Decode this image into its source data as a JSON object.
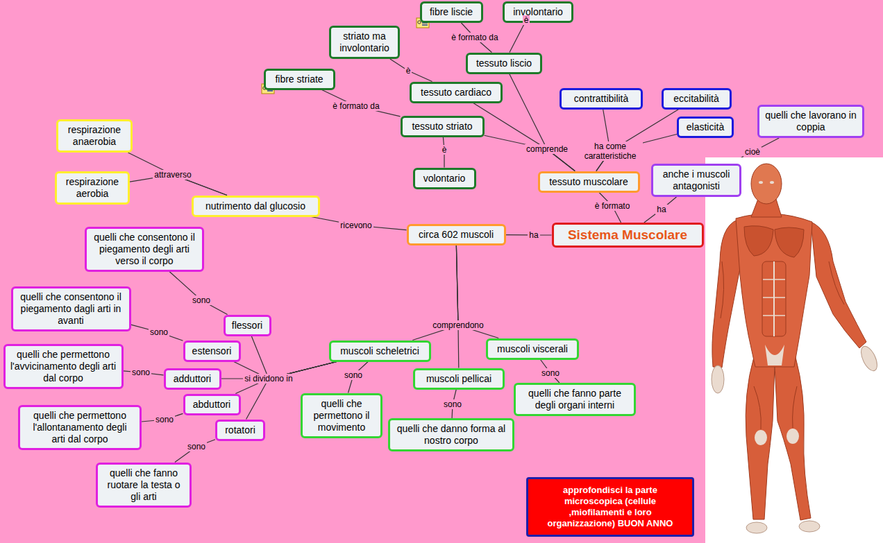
{
  "diagram": {
    "nodes": [
      {
        "text": [
          "fibre liscie"
        ]
      },
      {
        "text": [
          "involontario"
        ]
      },
      {
        "text": [
          "striato ma involontario"
        ]
      },
      {
        "text": [
          "tessuto liscio"
        ]
      },
      {
        "text": [
          "fibre striate"
        ]
      },
      {
        "text": [
          "contrattibilità"
        ]
      },
      {
        "text": [
          "eccitabilità"
        ]
      },
      {
        "text": [
          "tessuto cardiaco"
        ]
      },
      {
        "text": [
          "quelli che lavorano in coppia"
        ]
      },
      {
        "text": [
          "respirazione anaerobia"
        ]
      },
      {
        "text": [
          "elasticità"
        ]
      },
      {
        "text": [
          "tessuto striato"
        ]
      },
      {
        "text": [
          "anche i muscoli antagonisti"
        ]
      },
      {
        "text": [
          "respirazione aerobia"
        ]
      },
      {
        "text": [
          "volontario"
        ]
      },
      {
        "text": [
          "tessuto muscolare"
        ]
      },
      {
        "text": [
          "nutrimento dal glucosio"
        ]
      },
      {
        "text": [
          "circa 602 muscoli"
        ]
      },
      {
        "text": [
          "Sistema Muscolare"
        ]
      },
      {
        "text": [
          "quelli che consentono il piegamento degli arti verso il corpo"
        ]
      },
      {
        "text": [
          "quelli che consentono il piegamento dagli arti in avanti"
        ]
      },
      {
        "text": [
          "flessori"
        ]
      },
      {
        "text": [
          "estensori"
        ]
      },
      {
        "text": [
          "muscoli scheletrici"
        ]
      },
      {
        "text": [
          "muscoli viscerali"
        ]
      },
      {
        "text": [
          "quelli che permettono l'avvicinamento degli arti dal corpo"
        ]
      },
      {
        "text": [
          "adduttori"
        ]
      },
      {
        "text": [
          "muscoli pellicai"
        ]
      },
      {
        "text": [
          "quelli che fanno parte degli organi interni"
        ]
      },
      {
        "text": [
          "quelli che permettono il movimento"
        ]
      },
      {
        "text": [
          "abduttori"
        ]
      },
      {
        "text": [
          "quelli che permettono l'allontanamento degli arti dal corpo"
        ]
      },
      {
        "text": [
          "quelli che danno forma al nostro corpo"
        ]
      },
      {
        "text": [
          "rotatori"
        ]
      },
      {
        "text": [
          "quelli che fanno ruotare la testa o gli arti"
        ]
      },
      {
        "text": [
          "approfondisci la parte microscopica (cellule ,miofilamenti e loro organizzazione) BUON ANNO"
        ]
      }
    ],
    "edges": [
      {
        "from": 18,
        "to": 15,
        "label": "è formato",
        "arrow": "none"
      },
      {
        "from": 18,
        "to": 12,
        "label": "ha",
        "arrow": "none"
      },
      {
        "from": 12,
        "to": 8,
        "label": "cioè",
        "arrow": "none"
      },
      {
        "from": 18,
        "to": 17,
        "label": "ha",
        "arrow": "none"
      },
      {
        "from": 15,
        "to": 5,
        "label": "ha come caratteristiche",
        "arrow": "none"
      },
      {
        "from": 15,
        "to": 6,
        "arrow": "none"
      },
      {
        "from": 15,
        "to": 10,
        "arrow": "none"
      },
      {
        "from": 15,
        "to": 7,
        "label": "comprende",
        "arrow": "none"
      },
      {
        "from": 15,
        "to": 3,
        "arrow": "none"
      },
      {
        "from": 15,
        "to": 11,
        "arrow": "none"
      },
      {
        "from": 3,
        "to": 0,
        "label": "è formato da",
        "arrow": "none"
      },
      {
        "from": 3,
        "to": 1,
        "label": "è",
        "arrow": "none"
      },
      {
        "from": 7,
        "to": 2,
        "label": "è",
        "arrow": "none"
      },
      {
        "from": 11,
        "to": 4,
        "label": "è formato da",
        "arrow": "none"
      },
      {
        "from": 11,
        "to": 14,
        "label": "è",
        "arrow": "none"
      },
      {
        "from": 17,
        "to": 16,
        "label": "ricevono",
        "arrow": "none"
      },
      {
        "from": 16,
        "to": 9,
        "label": "attraverso",
        "arrow": "none"
      },
      {
        "from": 16,
        "to": 13,
        "arrow": "none"
      },
      {
        "from": 17,
        "to": 23,
        "label": "comprendono",
        "arrow": "none"
      },
      {
        "from": 17,
        "to": 27,
        "arrow": "none"
      },
      {
        "from": 17,
        "to": 24,
        "arrow": "none"
      },
      {
        "from": 23,
        "to": 21,
        "label": "si dividono in",
        "arrow": "none"
      },
      {
        "from": 23,
        "to": 22,
        "arrow": "none"
      },
      {
        "from": 23,
        "to": 26,
        "arrow": "none"
      },
      {
        "from": 23,
        "to": 30,
        "arrow": "none"
      },
      {
        "from": 23,
        "to": 33,
        "arrow": "none"
      },
      {
        "from": 21,
        "to": 19,
        "label": "sono",
        "arrow": "none"
      },
      {
        "from": 22,
        "to": 20,
        "label": "sono",
        "arrow": "none"
      },
      {
        "from": 26,
        "to": 25,
        "label": "sono",
        "arrow": "none"
      },
      {
        "from": 30,
        "to": 31,
        "label": "sono",
        "arrow": "none"
      },
      {
        "from": 33,
        "to": 34,
        "label": "sono",
        "arrow": "none"
      },
      {
        "from": 23,
        "to": 29,
        "label": "sono",
        "arrow": "none"
      },
      {
        "from": 27,
        "to": 32,
        "label": "sono",
        "arrow": "none"
      },
      {
        "from": 24,
        "to": 28,
        "label": "sono",
        "arrow": "none"
      }
    ]
  }
}
